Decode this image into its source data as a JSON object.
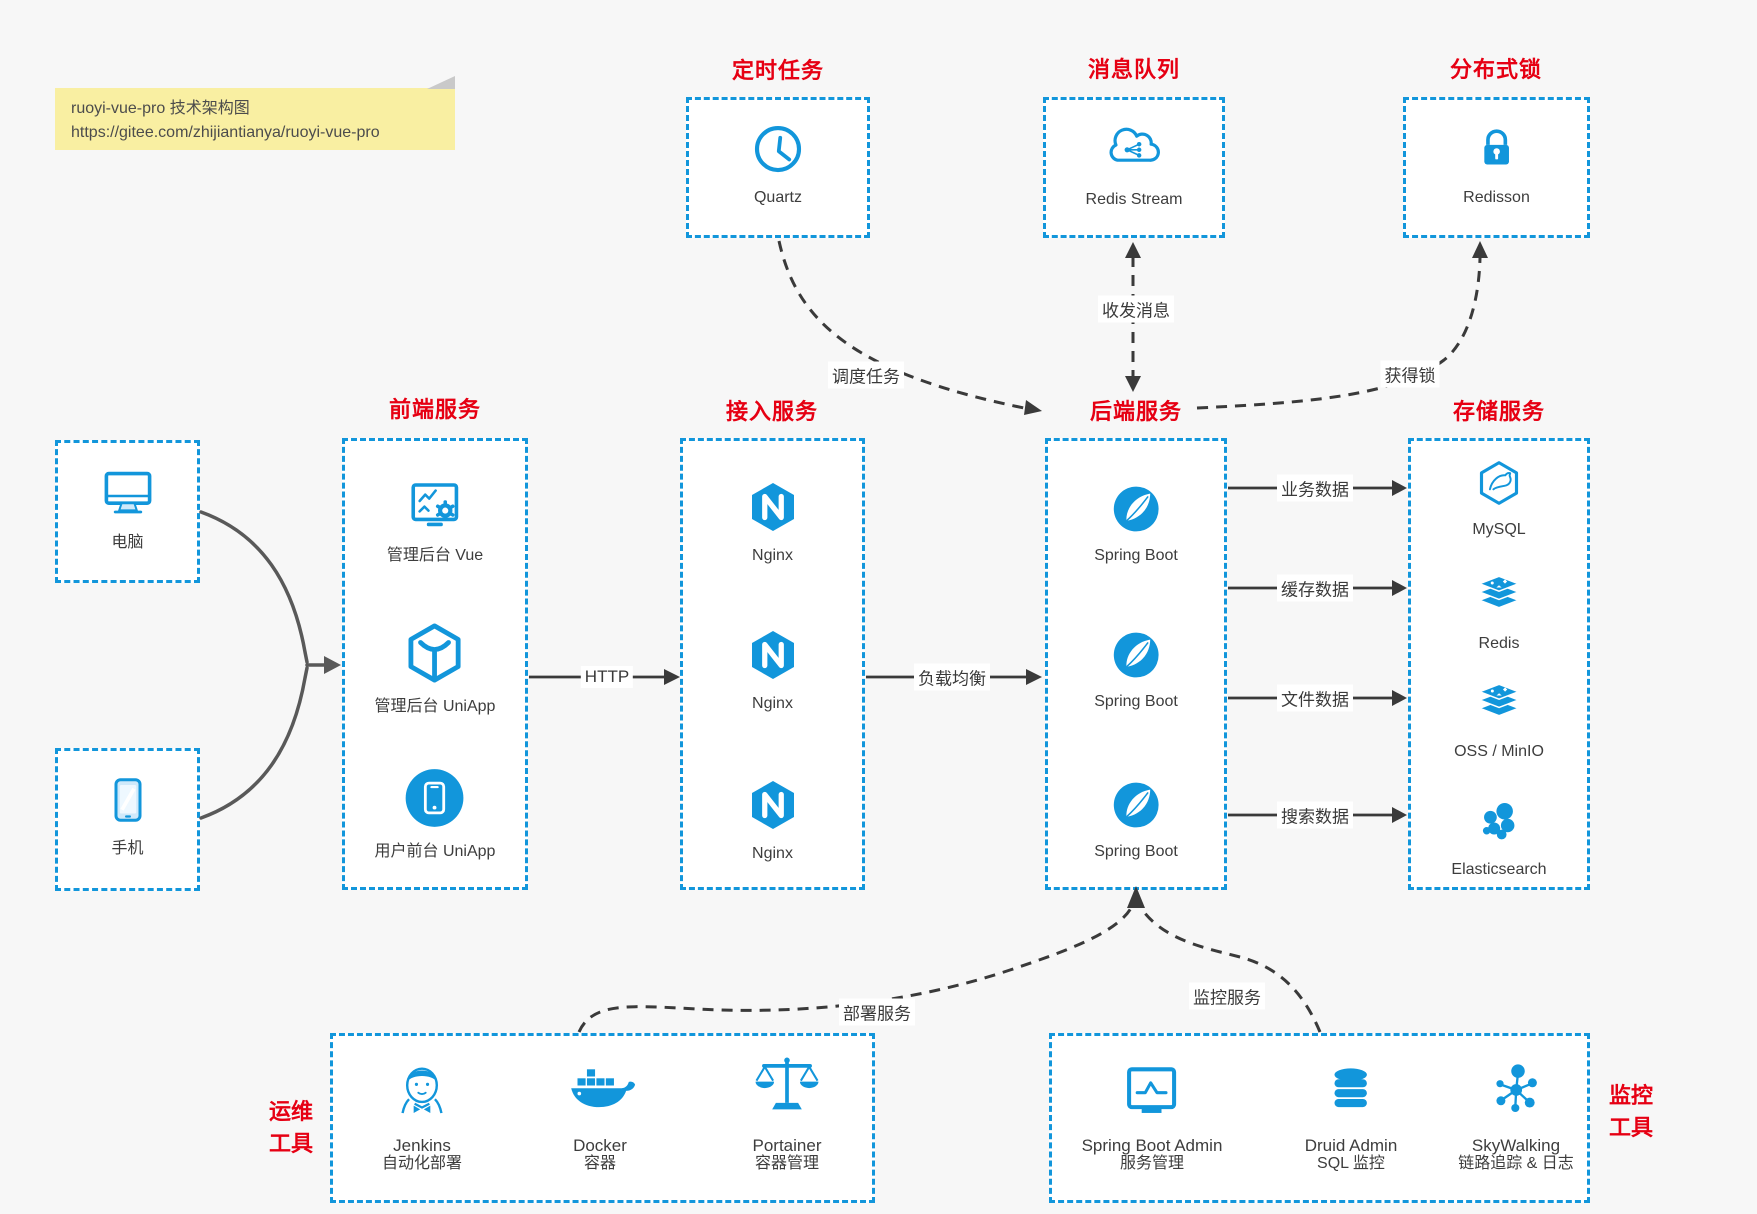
{
  "colors": {
    "accent_blue": "#1296db",
    "title_red": "#e60013",
    "note_yellow": "#f9efa2",
    "line_dark": "#3a3a3a",
    "line_gray": "#595959",
    "background": "#f7f7f7"
  },
  "note": {
    "line1": "ruoyi-vue-pro 技术架构图",
    "line2": "https://gitee.com/zhijiantianya/ruoyi-vue-pro"
  },
  "clients": {
    "computer": {
      "label": "电脑",
      "icon": "desktop-icon"
    },
    "phone": {
      "label": "手机",
      "icon": "smartphone-icon"
    }
  },
  "top_groups": {
    "scheduled": {
      "title": "定时任务",
      "item": {
        "label": "Quartz",
        "icon": "clock-icon"
      }
    },
    "mq": {
      "title": "消息队列",
      "item": {
        "label": "Redis Stream",
        "icon": "cloud-mq-icon"
      }
    },
    "lock": {
      "title": "分布式锁",
      "item": {
        "label": "Redisson",
        "icon": "lock-icon"
      }
    }
  },
  "columns": {
    "frontend": {
      "title": "前端服务",
      "items": [
        {
          "label": "管理后台 Vue",
          "icon": "admin-vue-icon"
        },
        {
          "label": "管理后台 UniApp",
          "icon": "uniapp-cube-icon"
        },
        {
          "label": "用户前台 UniApp",
          "icon": "user-app-icon"
        }
      ]
    },
    "access": {
      "title": "接入服务",
      "items": [
        {
          "label": "Nginx",
          "icon": "nginx-icon"
        },
        {
          "label": "Nginx",
          "icon": "nginx-icon"
        },
        {
          "label": "Nginx",
          "icon": "nginx-icon"
        }
      ]
    },
    "backend": {
      "title": "后端服务",
      "items": [
        {
          "label": "Spring Boot",
          "icon": "spring-boot-icon"
        },
        {
          "label": "Spring Boot",
          "icon": "spring-boot-icon"
        },
        {
          "label": "Spring Boot",
          "icon": "spring-boot-icon"
        }
      ]
    },
    "storage": {
      "title": "存储服务",
      "items": [
        {
          "label": "MySQL",
          "icon": "mysql-icon"
        },
        {
          "label": "Redis",
          "icon": "redis-stack-icon"
        },
        {
          "label": "OSS / MinIO",
          "icon": "storage-stack-icon"
        },
        {
          "label": "Elasticsearch",
          "icon": "elasticsearch-icon"
        }
      ]
    }
  },
  "bottom_groups": {
    "ops": {
      "side_label_line1": "运维",
      "side_label_line2": "工具",
      "items": [
        {
          "name": "Jenkins",
          "desc": "自动化部署",
          "icon": "jenkins-icon"
        },
        {
          "name": "Docker",
          "desc": "容器",
          "icon": "docker-whale-icon"
        },
        {
          "name": "Portainer",
          "desc": "容器管理",
          "icon": "portainer-scales-icon"
        }
      ]
    },
    "monitoring": {
      "side_label_line1": "监控",
      "side_label_line2": "工具",
      "items": [
        {
          "name": "Spring Boot Admin",
          "desc": "服务管理",
          "icon": "sba-monitor-icon"
        },
        {
          "name": "Druid Admin",
          "desc": "SQL 监控",
          "icon": "druid-db-icon"
        },
        {
          "name": "SkyWalking",
          "desc": "链路追踪 & 日志",
          "icon": "skywalking-icon"
        }
      ]
    }
  },
  "edge_labels": {
    "http": "HTTP",
    "load_balance": "负载均衡",
    "dispatch_task": "调度任务",
    "send_receive_msg": "收发消息",
    "acquire_lock": "获得锁",
    "business_data": "业务数据",
    "cache_data": "缓存数据",
    "file_data": "文件数据",
    "search_data": "搜索数据",
    "deploy_service": "部署服务",
    "monitor_service": "监控服务"
  }
}
